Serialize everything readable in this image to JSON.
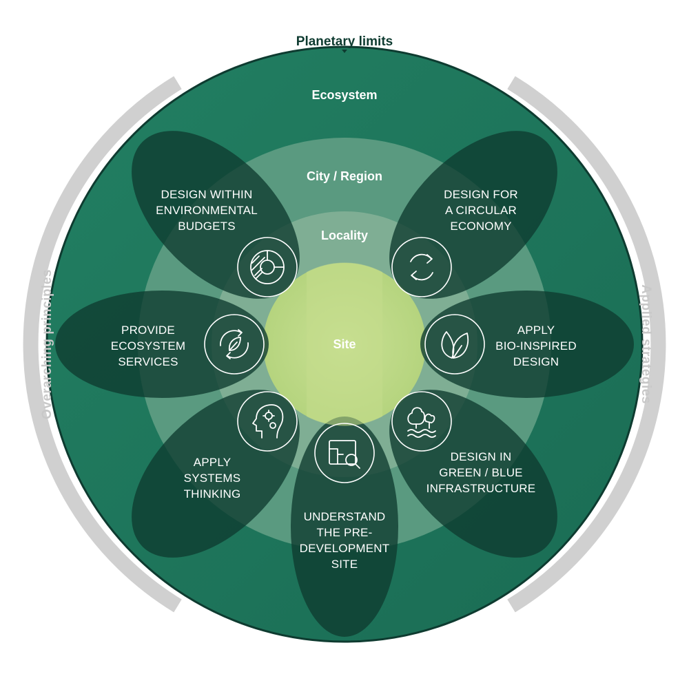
{
  "top_label": "Planetary limits",
  "left_arc_label": "Overarching principles",
  "right_arc_label": "Applied strategies",
  "rings": {
    "ecosystem": "Ecosystem",
    "city_region": "City / Region",
    "locality": "Locality",
    "site": "Site"
  },
  "petals": [
    {
      "id": "environmental-budgets",
      "lines": [
        "DESIGN WITHIN",
        "ENVIRONMENTAL",
        "BUDGETS"
      ],
      "icon": "pie-chart-icon"
    },
    {
      "id": "circular-economy",
      "lines": [
        "DESIGN FOR",
        "A CIRCULAR",
        "ECONOMY"
      ],
      "icon": "recycle-arrows-icon"
    },
    {
      "id": "ecosystem-services",
      "lines": [
        "PROVIDE",
        "ECOSYSTEM",
        "SERVICES"
      ],
      "icon": "leaf-cycle-icon"
    },
    {
      "id": "bio-inspired",
      "lines": [
        "APPLY",
        "BIO-INSPIRED",
        "DESIGN"
      ],
      "icon": "leaf-icon"
    },
    {
      "id": "systems-thinking",
      "lines": [
        "APPLY",
        "SYSTEMS",
        "THINKING"
      ],
      "icon": "head-gears-icon"
    },
    {
      "id": "green-blue",
      "lines": [
        "DESIGN IN",
        "GREEN / BLUE",
        "INFRASTRUCTURE"
      ],
      "icon": "trees-water-icon"
    },
    {
      "id": "pre-development",
      "lines": [
        "UNDERSTAND",
        "THE PRE-",
        "DEVELOPMENT",
        "SITE"
      ],
      "icon": "map-search-icon"
    }
  ],
  "colors": {
    "outer_green": "#1f7a5e",
    "petal_dark": "#0e3b30",
    "site_green": "#c4dc8c",
    "arc_grey": "#d3d3d3"
  }
}
